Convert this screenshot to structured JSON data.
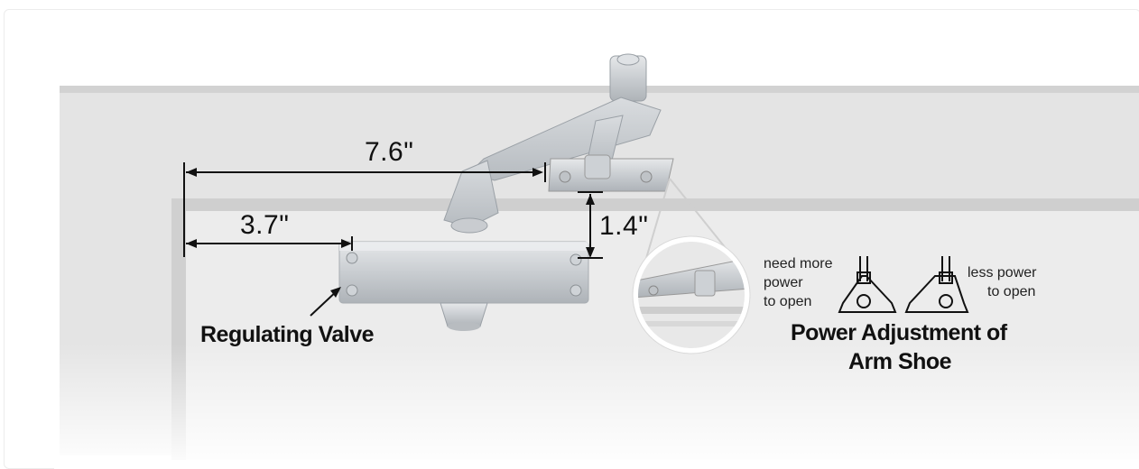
{
  "dimensions": {
    "arm_length": "7.6\"",
    "body_offset": "3.7\"",
    "arm_height": "1.4\""
  },
  "callouts": {
    "regulating_valve": "Regulating Valve",
    "power_adjustment_line1": "Power Adjustment of",
    "power_adjustment_line2": "Arm Shoe",
    "more_power_line1": "need more",
    "more_power_line2": "power",
    "more_power_line3": "to open",
    "less_power_line1": "less power",
    "less_power_line2": "to open"
  },
  "colors": {
    "wall": "#e4e4e4",
    "frame_shadow": "#d6d6d6",
    "metal": "#c8ccd0",
    "text": "#111111"
  }
}
